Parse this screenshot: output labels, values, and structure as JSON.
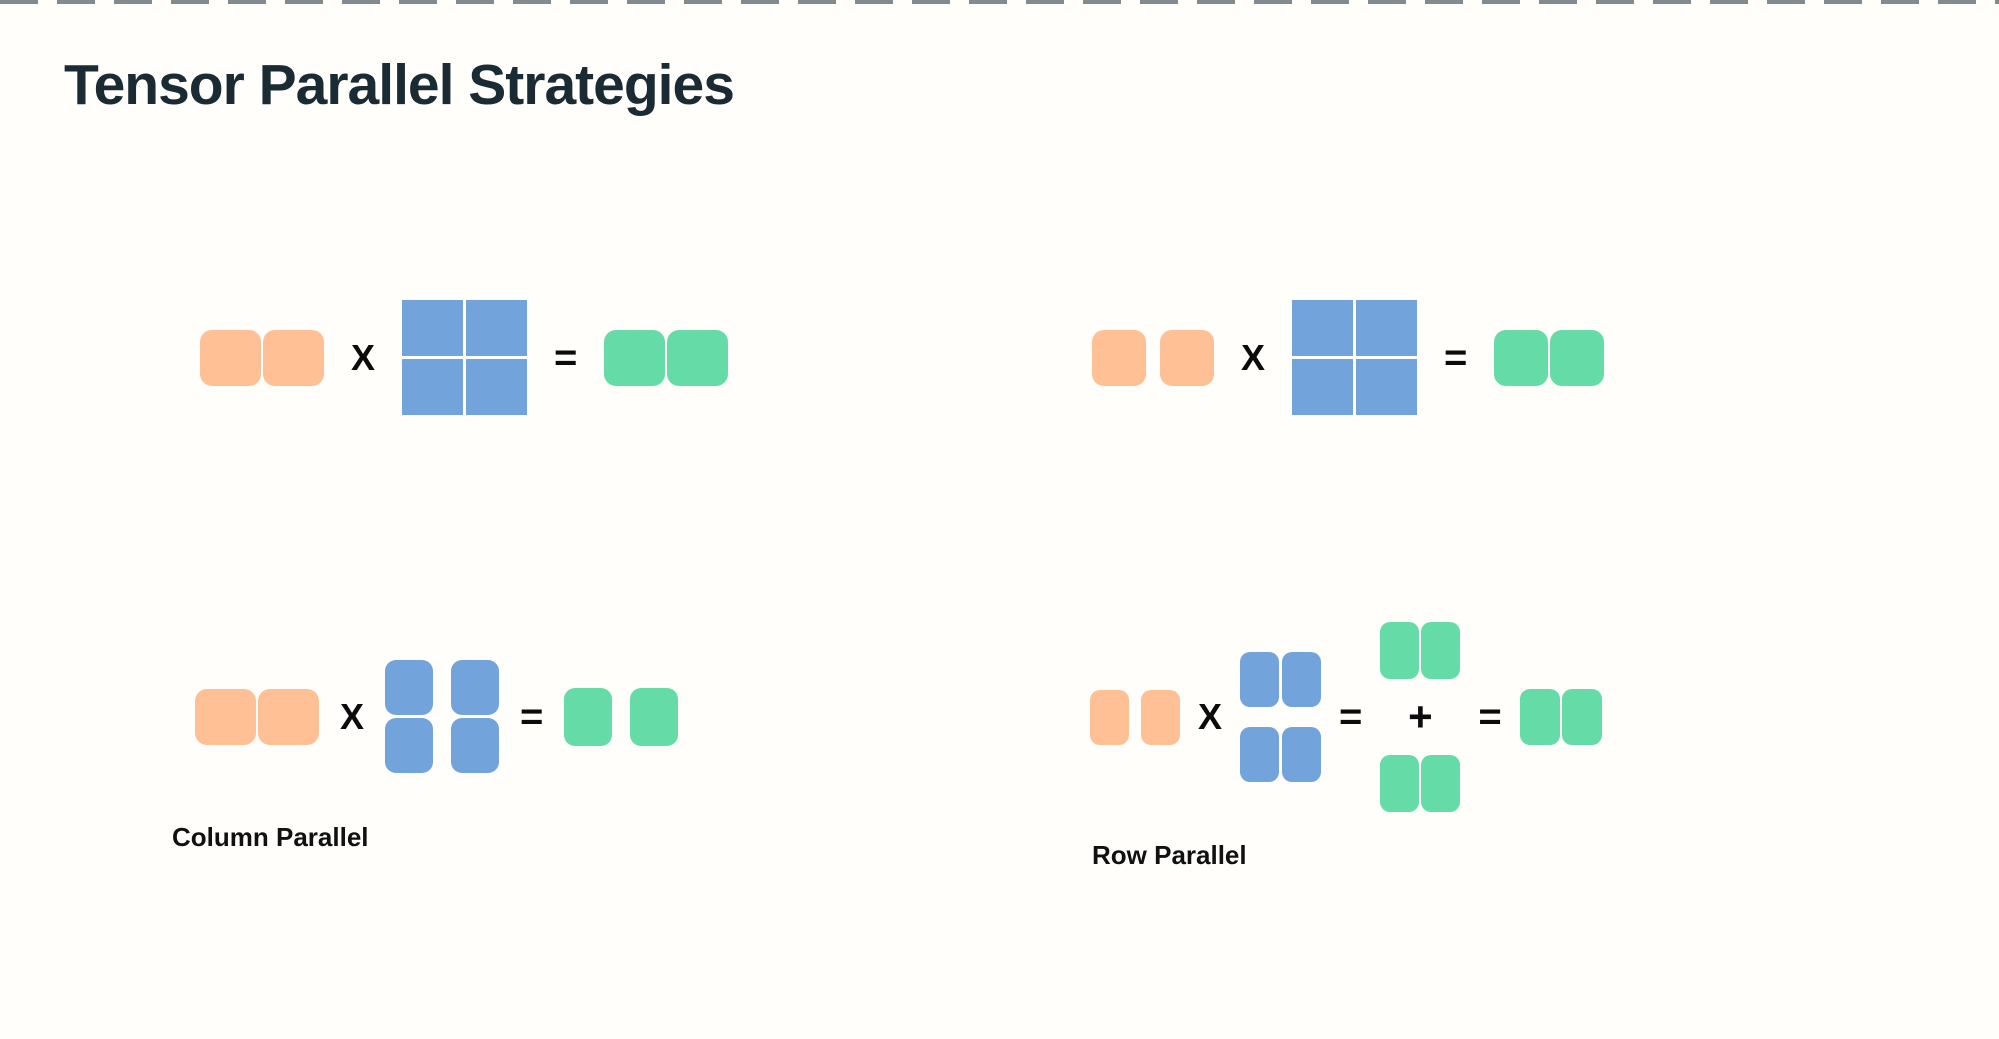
{
  "page": {
    "title": "Tensor Parallel Strategies"
  },
  "colors": {
    "background": "#FFFEFA",
    "title_text": "#1A2B33",
    "input_matrix": "#FFC096",
    "weight_matrix": "#73A3DB",
    "output_matrix": "#65DBA8",
    "operator_text": "#0B0B0B",
    "top_ticks": "#1A2B33"
  },
  "operators": {
    "multiply": "X",
    "equals": "=",
    "plus": "+"
  },
  "labels": {
    "column_parallel": "Column Parallel",
    "row_parallel": "Row Parallel"
  },
  "diagrams": [
    {
      "name": "full-matmul-top-left",
      "description": "1x2 input row times full 2x2 weight matrix equals 1x2 output row",
      "input_blocks": 2,
      "input_split": "none",
      "weight_blocks": 4,
      "weight_split": "none",
      "output_blocks": 2,
      "output_split": "none",
      "label": ""
    },
    {
      "name": "full-matmul-top-right",
      "description": "1x2 sharded input row times full 2x2 weight matrix equals 1x2 output row",
      "input_blocks": 2,
      "input_split": "sharded",
      "weight_blocks": 4,
      "weight_split": "none",
      "output_blocks": 2,
      "output_split": "none",
      "label": ""
    },
    {
      "name": "column-parallel",
      "description": "1x2 input row times 2x2 weight split by columns equals output split into two column shards",
      "input_blocks": 2,
      "input_split": "none",
      "weight_blocks": 4,
      "weight_split": "columns",
      "output_blocks": 2,
      "output_split": "columns",
      "label": "Column Parallel"
    },
    {
      "name": "row-parallel",
      "description": "1x2 sharded input row times 2x2 weight split by rows equals two partial 1x2 outputs that are summed into the final 1x2 output",
      "input_blocks": 2,
      "input_split": "sharded",
      "weight_blocks": 4,
      "weight_split": "rows",
      "partial_outputs": 2,
      "reduction": "sum",
      "output_blocks": 2,
      "output_split": "none",
      "label": "Row Parallel"
    }
  ]
}
